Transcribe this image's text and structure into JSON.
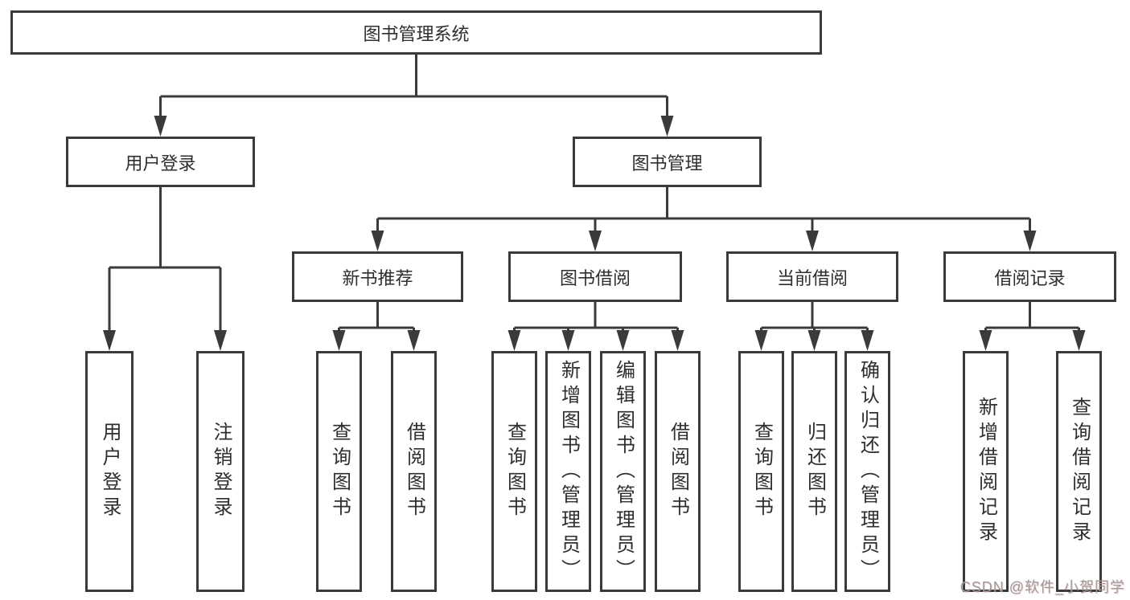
{
  "title": {
    "label": "图书管理系统"
  },
  "level2": [
    {
      "label": "用户登录"
    },
    {
      "label": "图书管理"
    }
  ],
  "level3": [
    {
      "label": "新书推荐"
    },
    {
      "label": "图书借阅"
    },
    {
      "label": "当前借阅"
    },
    {
      "label": "借阅记录"
    }
  ],
  "leaves": [
    {
      "label": "用户登录"
    },
    {
      "label": "注销登录"
    },
    {
      "label": "查询图书"
    },
    {
      "label": "借阅图书"
    },
    {
      "label": "查询图书"
    },
    {
      "label": "新增图书（管理员）"
    },
    {
      "label": "编辑图书（管理员）"
    },
    {
      "label": "借阅图书"
    },
    {
      "label": "查询图书"
    },
    {
      "label": "归还图书"
    },
    {
      "label": "确认归还（管理员）"
    },
    {
      "label": "新增借阅记录"
    },
    {
      "label": "查询借阅记录"
    }
  ],
  "watermark": {
    "text": "CSDN @软件_小贺同学"
  },
  "colors": {
    "line": "#3a3a3a",
    "text": "#2e2e2e",
    "background": "#ffffff",
    "watermark_text": "#9b9b9b"
  }
}
